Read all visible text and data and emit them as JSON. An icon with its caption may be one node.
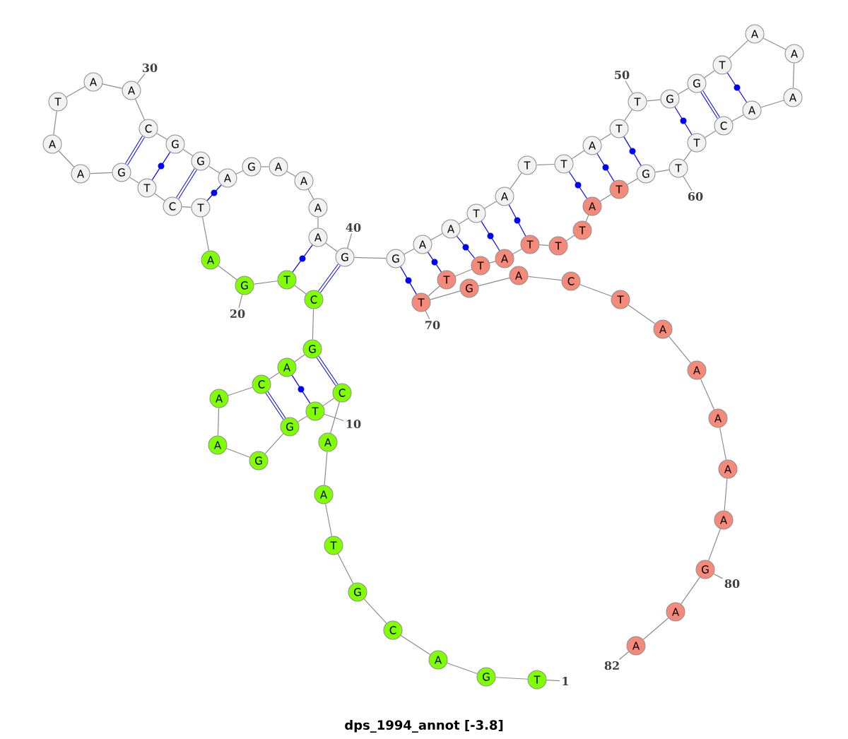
{
  "diagram": {
    "title": "dps_1994_annot [-3.8]",
    "nodes": [
      {
        "text": [
          "T"
        ]
      },
      {
        "text": [
          "G"
        ]
      },
      {
        "text": [
          "A"
        ]
      },
      {
        "text": [
          "C"
        ]
      },
      {
        "text": [
          "G"
        ]
      },
      {
        "text": [
          "T"
        ]
      },
      {
        "text": [
          "A"
        ]
      },
      {
        "text": [
          "A"
        ]
      },
      {
        "text": [
          "C"
        ]
      },
      {
        "text": [
          "T"
        ]
      },
      {
        "text": [
          "G"
        ]
      },
      {
        "text": [
          "G"
        ]
      },
      {
        "text": [
          "A"
        ]
      },
      {
        "text": [
          "A"
        ]
      },
      {
        "text": [
          "C"
        ]
      },
      {
        "text": [
          "A"
        ]
      },
      {
        "text": [
          "G"
        ]
      },
      {
        "text": [
          "C"
        ]
      },
      {
        "text": [
          "T"
        ]
      },
      {
        "text": [
          "G"
        ]
      },
      {
        "text": [
          "A"
        ]
      },
      {
        "text": [
          "T"
        ]
      },
      {
        "text": [
          "C"
        ]
      },
      {
        "text": [
          "T"
        ]
      },
      {
        "text": [
          "G"
        ]
      },
      {
        "text": [
          "A"
        ]
      },
      {
        "text": [
          "A"
        ]
      },
      {
        "text": [
          "T"
        ]
      },
      {
        "text": [
          "A"
        ]
      },
      {
        "text": [
          "A"
        ]
      },
      {
        "text": [
          "C"
        ]
      },
      {
        "text": [
          "G"
        ]
      },
      {
        "text": [
          "G"
        ]
      },
      {
        "text": [
          "A"
        ]
      },
      {
        "text": [
          "G"
        ]
      },
      {
        "text": [
          "A"
        ]
      },
      {
        "text": [
          "A"
        ]
      },
      {
        "text": [
          "A"
        ]
      },
      {
        "text": [
          "A"
        ]
      },
      {
        "text": [
          "G"
        ]
      },
      {
        "text": [
          "G"
        ]
      },
      {
        "text": [
          "A"
        ]
      },
      {
        "text": [
          "A"
        ]
      },
      {
        "text": [
          "T"
        ]
      },
      {
        "text": [
          "A"
        ]
      },
      {
        "text": [
          "T"
        ]
      },
      {
        "text": [
          "T"
        ]
      },
      {
        "text": [
          "A"
        ]
      },
      {
        "text": [
          "T"
        ]
      },
      {
        "text": [
          "T"
        ]
      },
      {
        "text": [
          "G"
        ]
      },
      {
        "text": [
          "G"
        ]
      },
      {
        "text": [
          "T"
        ]
      },
      {
        "text": [
          "A"
        ]
      },
      {
        "text": [
          "A"
        ]
      },
      {
        "text": [
          "A"
        ]
      },
      {
        "text": [
          "A"
        ]
      },
      {
        "text": [
          "C"
        ]
      },
      {
        "text": [
          "T"
        ]
      },
      {
        "text": [
          "T"
        ]
      },
      {
        "text": [
          "G"
        ]
      },
      {
        "text": [
          "T"
        ]
      },
      {
        "text": [
          "A"
        ]
      },
      {
        "text": [
          "T"
        ]
      },
      {
        "text": [
          "T"
        ]
      },
      {
        "text": [
          "T"
        ]
      },
      {
        "text": [
          "A"
        ]
      },
      {
        "text": [
          "T"
        ]
      },
      {
        "text": [
          "T"
        ]
      },
      {
        "text": [
          "T"
        ]
      },
      {
        "text": [
          "G"
        ]
      },
      {
        "text": [
          "A"
        ]
      },
      {
        "text": [
          "C"
        ]
      },
      {
        "text": [
          "T"
        ]
      },
      {
        "text": [
          "A"
        ]
      },
      {
        "text": [
          "A"
        ]
      },
      {
        "text": [
          "A"
        ]
      },
      {
        "text": [
          "A"
        ]
      },
      {
        "text": [
          "A"
        ]
      },
      {
        "text": [
          "G"
        ]
      },
      {
        "text": [
          "A"
        ]
      },
      {
        "text": [
          "A"
        ]
      },
      {
        "text": [
          "1"
        ]
      },
      {
        "text": [
          "10"
        ]
      },
      {
        "text": [
          "20"
        ]
      },
      {
        "text": [
          "30"
        ]
      },
      {
        "text": [
          "40"
        ]
      },
      {
        "text": [
          "50"
        ]
      },
      {
        "text": [
          "60"
        ]
      },
      {
        "text": [
          "70"
        ]
      },
      {
        "text": [
          "80"
        ]
      },
      {
        "text": [
          "82"
        ]
      }
    ],
    "edges": [
      {
        "from": 0,
        "to": 1,
        "arrow": "none"
      },
      {
        "from": 1,
        "to": 2,
        "arrow": "none"
      },
      {
        "from": 2,
        "to": 3,
        "arrow": "none"
      },
      {
        "from": 3,
        "to": 4,
        "arrow": "none"
      },
      {
        "from": 4,
        "to": 5,
        "arrow": "none"
      },
      {
        "from": 5,
        "to": 6,
        "arrow": "none"
      },
      {
        "from": 6,
        "to": 7,
        "arrow": "none"
      },
      {
        "from": 7,
        "to": 8,
        "arrow": "none"
      },
      {
        "from": 8,
        "to": 9,
        "arrow": "none"
      },
      {
        "from": 9,
        "to": 10,
        "arrow": "none"
      },
      {
        "from": 10,
        "to": 11,
        "arrow": "none"
      },
      {
        "from": 11,
        "to": 12,
        "arrow": "none"
      },
      {
        "from": 12,
        "to": 13,
        "arrow": "none"
      },
      {
        "from": 13,
        "to": 14,
        "arrow": "none"
      },
      {
        "from": 14,
        "to": 15,
        "arrow": "none"
      },
      {
        "from": 15,
        "to": 16,
        "arrow": "none"
      },
      {
        "from": 16,
        "to": 17,
        "arrow": "none"
      },
      {
        "from": 17,
        "to": 18,
        "arrow": "none"
      },
      {
        "from": 18,
        "to": 19,
        "arrow": "none"
      },
      {
        "from": 19,
        "to": 20,
        "arrow": "none"
      },
      {
        "from": 20,
        "to": 21,
        "arrow": "none"
      },
      {
        "from": 21,
        "to": 22,
        "arrow": "none"
      },
      {
        "from": 22,
        "to": 23,
        "arrow": "none"
      },
      {
        "from": 23,
        "to": 24,
        "arrow": "none"
      },
      {
        "from": 24,
        "to": 25,
        "arrow": "none"
      },
      {
        "from": 25,
        "to": 26,
        "arrow": "none"
      },
      {
        "from": 26,
        "to": 27,
        "arrow": "none"
      },
      {
        "from": 27,
        "to": 28,
        "arrow": "none"
      },
      {
        "from": 28,
        "to": 29,
        "arrow": "none"
      },
      {
        "from": 29,
        "to": 30,
        "arrow": "none"
      },
      {
        "from": 30,
        "to": 31,
        "arrow": "none"
      },
      {
        "from": 31,
        "to": 32,
        "arrow": "none"
      },
      {
        "from": 32,
        "to": 33,
        "arrow": "none"
      },
      {
        "from": 33,
        "to": 34,
        "arrow": "none"
      },
      {
        "from": 34,
        "to": 35,
        "arrow": "none"
      },
      {
        "from": 35,
        "to": 36,
        "arrow": "none"
      },
      {
        "from": 36,
        "to": 37,
        "arrow": "none"
      },
      {
        "from": 37,
        "to": 38,
        "arrow": "none"
      },
      {
        "from": 38,
        "to": 39,
        "arrow": "none"
      },
      {
        "from": 39,
        "to": 40,
        "arrow": "none"
      },
      {
        "from": 40,
        "to": 41,
        "arrow": "none"
      },
      {
        "from": 41,
        "to": 42,
        "arrow": "none"
      },
      {
        "from": 42,
        "to": 43,
        "arrow": "none"
      },
      {
        "from": 43,
        "to": 44,
        "arrow": "none"
      },
      {
        "from": 44,
        "to": 45,
        "arrow": "none"
      },
      {
        "from": 45,
        "to": 46,
        "arrow": "none"
      },
      {
        "from": 46,
        "to": 47,
        "arrow": "none"
      },
      {
        "from": 47,
        "to": 48,
        "arrow": "none"
      },
      {
        "from": 48,
        "to": 49,
        "arrow": "none"
      },
      {
        "from": 49,
        "to": 50,
        "arrow": "none"
      },
      {
        "from": 50,
        "to": 51,
        "arrow": "none"
      },
      {
        "from": 51,
        "to": 52,
        "arrow": "none"
      },
      {
        "from": 52,
        "to": 53,
        "arrow": "none"
      },
      {
        "from": 53,
        "to": 54,
        "arrow": "none"
      },
      {
        "from": 54,
        "to": 55,
        "arrow": "none"
      },
      {
        "from": 55,
        "to": 56,
        "arrow": "none"
      },
      {
        "from": 56,
        "to": 57,
        "arrow": "none"
      },
      {
        "from": 57,
        "to": 58,
        "arrow": "none"
      },
      {
        "from": 58,
        "to": 59,
        "arrow": "none"
      },
      {
        "from": 59,
        "to": 60,
        "arrow": "none"
      },
      {
        "from": 60,
        "to": 61,
        "arrow": "none"
      },
      {
        "from": 61,
        "to": 62,
        "arrow": "none"
      },
      {
        "from": 62,
        "to": 63,
        "arrow": "none"
      },
      {
        "from": 63,
        "to": 64,
        "arrow": "none"
      },
      {
        "from": 64,
        "to": 65,
        "arrow": "none"
      },
      {
        "from": 65,
        "to": 66,
        "arrow": "none"
      },
      {
        "from": 66,
        "to": 67,
        "arrow": "none"
      },
      {
        "from": 67,
        "to": 68,
        "arrow": "none"
      },
      {
        "from": 68,
        "to": 69,
        "arrow": "none"
      },
      {
        "from": 69,
        "to": 70,
        "arrow": "none"
      },
      {
        "from": 70,
        "to": 71,
        "arrow": "none"
      },
      {
        "from": 71,
        "to": 72,
        "arrow": "none"
      },
      {
        "from": 72,
        "to": 73,
        "arrow": "none"
      },
      {
        "from": 73,
        "to": 74,
        "arrow": "none"
      },
      {
        "from": 74,
        "to": 75,
        "arrow": "none"
      },
      {
        "from": 75,
        "to": 76,
        "arrow": "none"
      },
      {
        "from": 76,
        "to": 77,
        "arrow": "none"
      },
      {
        "from": 77,
        "to": 78,
        "arrow": "none"
      },
      {
        "from": 78,
        "to": 79,
        "arrow": "none"
      },
      {
        "from": 79,
        "to": 80,
        "arrow": "none"
      },
      {
        "from": 80,
        "to": 81,
        "arrow": "none"
      },
      {
        "from": 8,
        "to": 16,
        "arrow": "none",
        "style": "thick",
        "color": "#0000ff"
      },
      {
        "from": 9,
        "to": 15,
        "arrow": "none",
        "color": "#0000ff"
      },
      {
        "from": 10,
        "to": 14,
        "arrow": "none",
        "style": "thick",
        "color": "#0000ff"
      },
      {
        "from": 17,
        "to": 39,
        "arrow": "none",
        "style": "thick",
        "color": "#0000ff"
      },
      {
        "from": 18,
        "to": 38,
        "arrow": "none",
        "color": "#0000ff"
      },
      {
        "from": 21,
        "to": 33,
        "arrow": "none",
        "color": "#0000ff"
      },
      {
        "from": 22,
        "to": 32,
        "arrow": "none",
        "style": "thick",
        "color": "#0000ff"
      },
      {
        "from": 23,
        "to": 31,
        "arrow": "none",
        "color": "#0000ff"
      },
      {
        "from": 24,
        "to": 30,
        "arrow": "none",
        "style": "thick",
        "color": "#0000ff"
      },
      {
        "from": 40,
        "to": 69,
        "arrow": "none",
        "color": "#0000ff"
      },
      {
        "from": 41,
        "to": 68,
        "arrow": "none",
        "color": "#0000ff"
      },
      {
        "from": 42,
        "to": 67,
        "arrow": "none",
        "color": "#0000ff"
      },
      {
        "from": 43,
        "to": 66,
        "arrow": "none",
        "color": "#0000ff"
      },
      {
        "from": 44,
        "to": 65,
        "arrow": "none",
        "color": "#0000ff"
      },
      {
        "from": 46,
        "to": 62,
        "arrow": "none",
        "color": "#0000ff"
      },
      {
        "from": 47,
        "to": 61,
        "arrow": "none",
        "color": "#0000ff"
      },
      {
        "from": 48,
        "to": 60,
        "arrow": "none",
        "color": "#0000ff"
      },
      {
        "from": 50,
        "to": 58,
        "arrow": "none",
        "color": "#0000ff"
      },
      {
        "from": 51,
        "to": 57,
        "arrow": "none",
        "style": "thick",
        "color": "#0000ff"
      },
      {
        "from": 52,
        "to": 56,
        "arrow": "none",
        "color": "#0000ff"
      },
      {
        "from": 82,
        "to": 0,
        "arrow": "none"
      },
      {
        "from": 83,
        "to": 9,
        "arrow": "none"
      },
      {
        "from": 84,
        "to": 19,
        "arrow": "none"
      },
      {
        "from": 85,
        "to": 29,
        "arrow": "none"
      },
      {
        "from": 86,
        "to": 39,
        "arrow": "none"
      },
      {
        "from": 87,
        "to": 49,
        "arrow": "none"
      },
      {
        "from": 88,
        "to": 59,
        "arrow": "none"
      },
      {
        "from": 89,
        "to": 69,
        "arrow": "none"
      },
      {
        "from": 90,
        "to": 79,
        "arrow": "none"
      },
      {
        "from": 91,
        "to": 81,
        "arrow": "none"
      }
    ]
  }
}
